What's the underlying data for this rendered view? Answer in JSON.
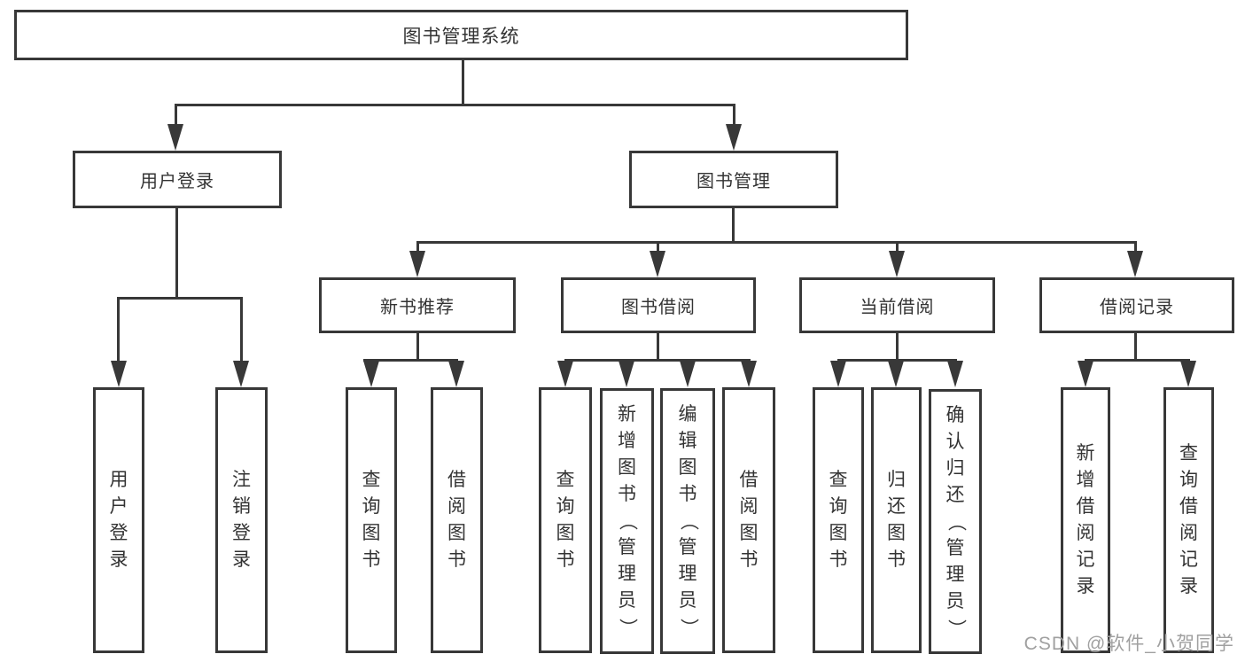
{
  "diagram": {
    "root": {
      "label": "图书管理系统"
    },
    "branches": [
      {
        "label": "用户登录",
        "children": [
          {
            "label": "用户登录"
          },
          {
            "label": "注销登录"
          }
        ]
      },
      {
        "label": "图书管理",
        "children": [
          {
            "label": "新书推荐",
            "children": [
              {
                "label": "查询图书"
              },
              {
                "label": "借阅图书"
              }
            ]
          },
          {
            "label": "图书借阅",
            "children": [
              {
                "label": "查询图书"
              },
              {
                "label": "新增图书（管理员）"
              },
              {
                "label": "编辑图书（管理员）"
              },
              {
                "label": "借阅图书"
              }
            ]
          },
          {
            "label": "当前借阅",
            "children": [
              {
                "label": "查询图书"
              },
              {
                "label": "归还图书"
              },
              {
                "label": "确认归还（管理员）"
              }
            ]
          },
          {
            "label": "借阅记录",
            "children": [
              {
                "label": "新增借阅记录"
              },
              {
                "label": "查询借阅记录"
              }
            ]
          }
        ]
      }
    ]
  },
  "watermark": {
    "text": "CSDN @软件_小贺同学"
  },
  "colors": {
    "line": "#383838",
    "text": "#333333",
    "background": "#ffffff",
    "watermark": "#a0a0a0"
  }
}
